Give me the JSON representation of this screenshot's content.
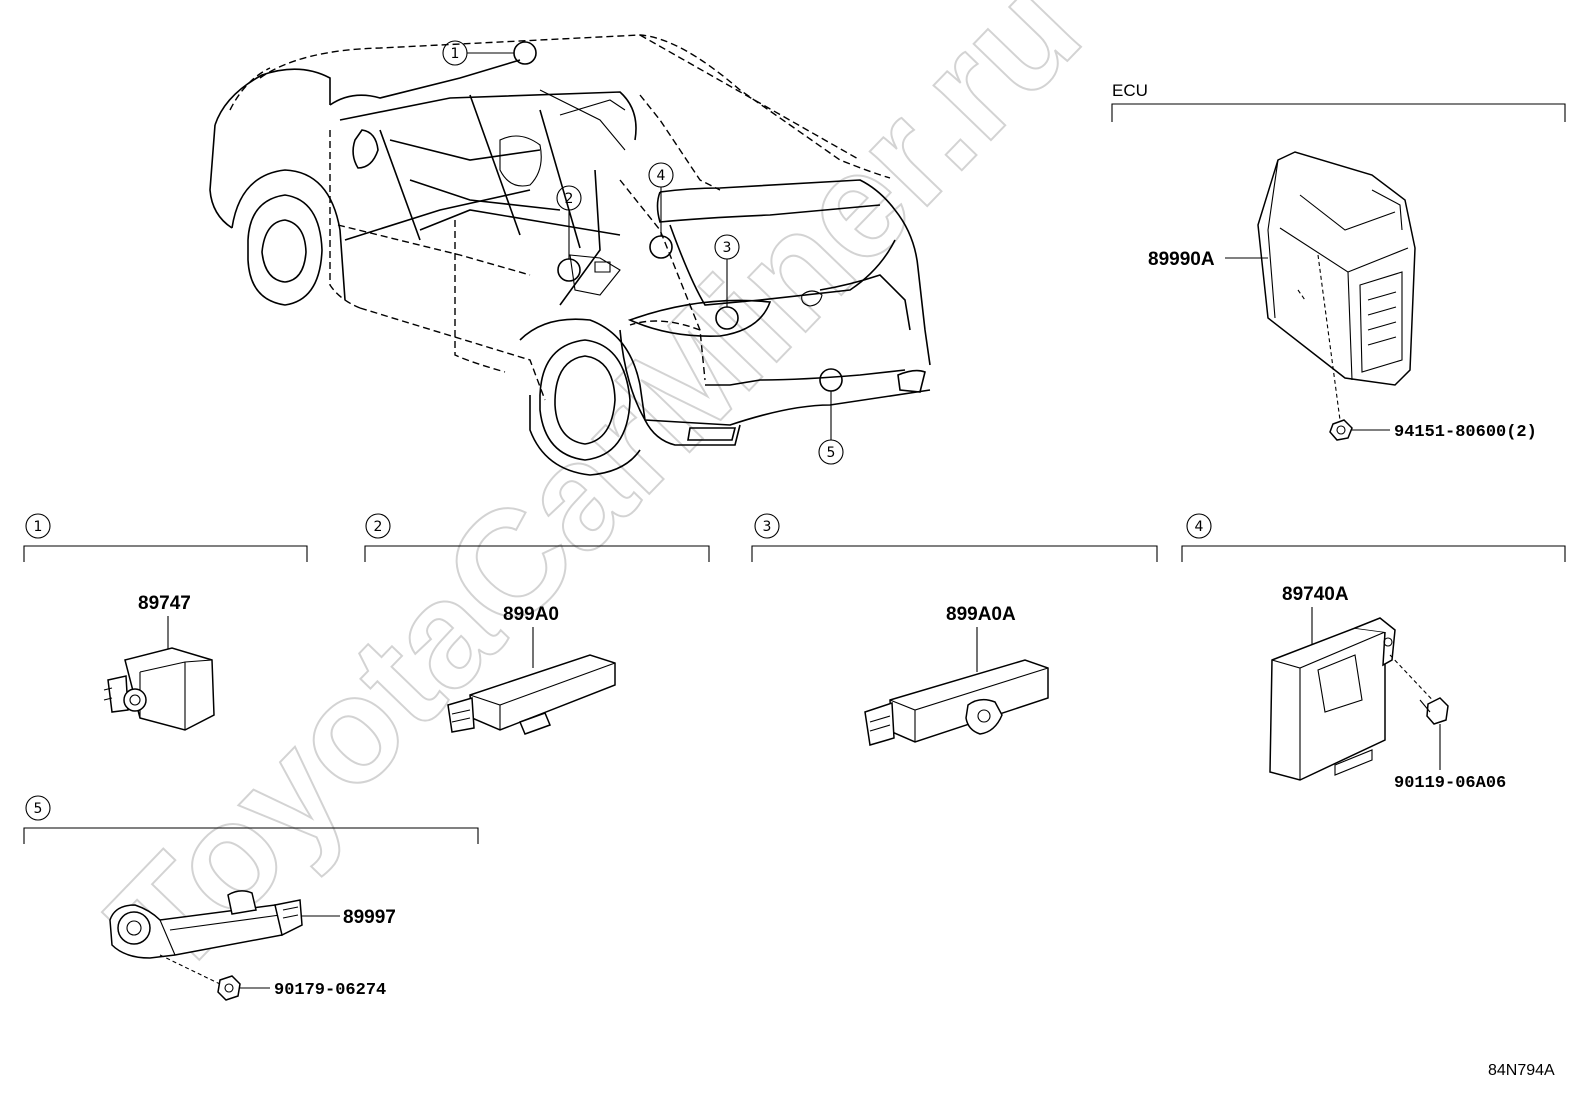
{
  "watermark": "ToyotaCarMiner.ru",
  "diagram_code": "84N794A",
  "ecu": {
    "label": "ECU",
    "part": "89990A",
    "bolt": "94151-80600(2)"
  },
  "callouts": [
    "1",
    "2",
    "3",
    "4",
    "5"
  ],
  "sections": [
    {
      "number": "1",
      "part": "89747"
    },
    {
      "number": "2",
      "part": "899A0"
    },
    {
      "number": "3",
      "part": "899A0A"
    },
    {
      "number": "4",
      "part": "89740A",
      "fastener": "90119-06A06"
    },
    {
      "number": "5",
      "part": "89997",
      "fastener": "90179-06274"
    }
  ]
}
